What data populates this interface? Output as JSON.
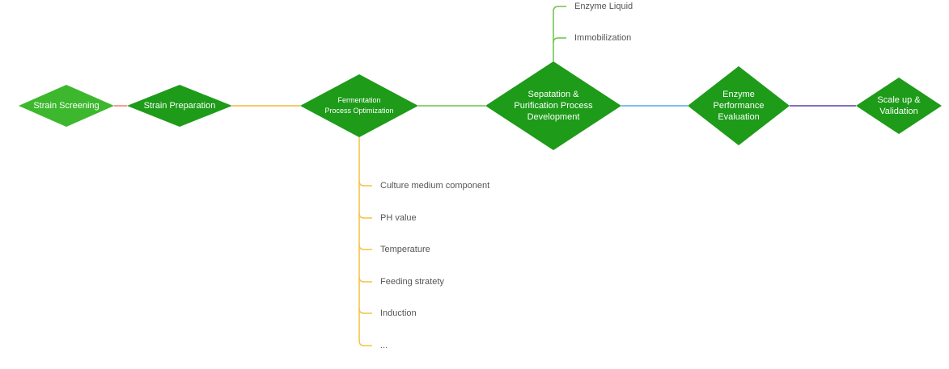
{
  "main_flow": {
    "nodes": [
      {
        "id": "strain_screening",
        "label_lines": [
          "Strain Screening"
        ],
        "color": "#3db82e"
      },
      {
        "id": "strain_preparation",
        "label_lines": [
          "Strain Preparation"
        ],
        "color": "#1d9b19"
      },
      {
        "id": "fermentation",
        "label_lines": [
          "Fermentation",
          "Process Optimization"
        ],
        "color": "#1d9b19"
      },
      {
        "id": "separation",
        "label_lines": [
          "Sepatation &",
          "Purification Process",
          "Development"
        ],
        "color": "#1d9b19"
      },
      {
        "id": "enzyme_performance",
        "label_lines": [
          "Enzyme",
          "Performance",
          "Evaluation"
        ],
        "color": "#1d9b19"
      },
      {
        "id": "scale_up",
        "label_lines": [
          "Scale up &",
          "Validation"
        ],
        "color": "#1d9b19"
      }
    ],
    "connector_colors": [
      "#f07a6a",
      "#f5b82e",
      "#6cc24a",
      "#5aa6e8",
      "#5a3fb0"
    ]
  },
  "branches": {
    "separation": {
      "color": "#6cc24a",
      "items": [
        "Enzyme Liquid",
        "Immobilization"
      ]
    },
    "fermentation": {
      "color": "#f5c143",
      "items": [
        "Culture medium component",
        "PH value",
        "Temperature",
        "Feeding stratety",
        "Induction",
        "..."
      ]
    }
  }
}
